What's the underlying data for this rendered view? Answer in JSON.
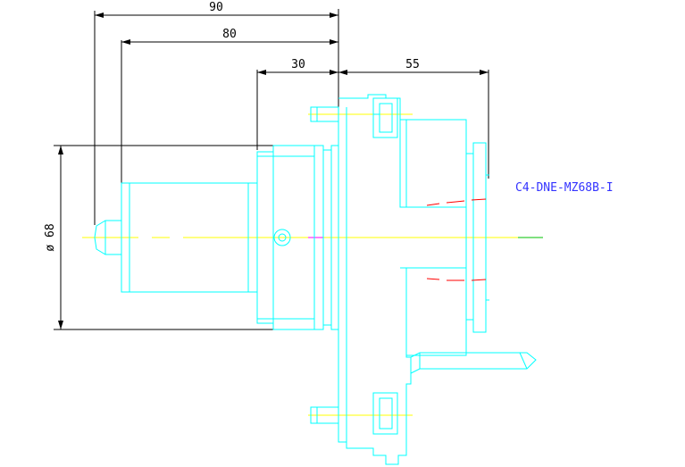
{
  "dimensions": {
    "d90": "90",
    "d80": "80",
    "d30": "30",
    "d55": "55",
    "dia68": "ø 68"
  },
  "part_number": "C4-DNE-MZ68B-I",
  "colors": {
    "outline": "#00ffff",
    "dimension": "#000000",
    "centerline": "#ffff00",
    "centerline_end": "#00c000",
    "label": "#0000ff",
    "hidden": "#ff0000",
    "marker": "#ff00ff"
  }
}
